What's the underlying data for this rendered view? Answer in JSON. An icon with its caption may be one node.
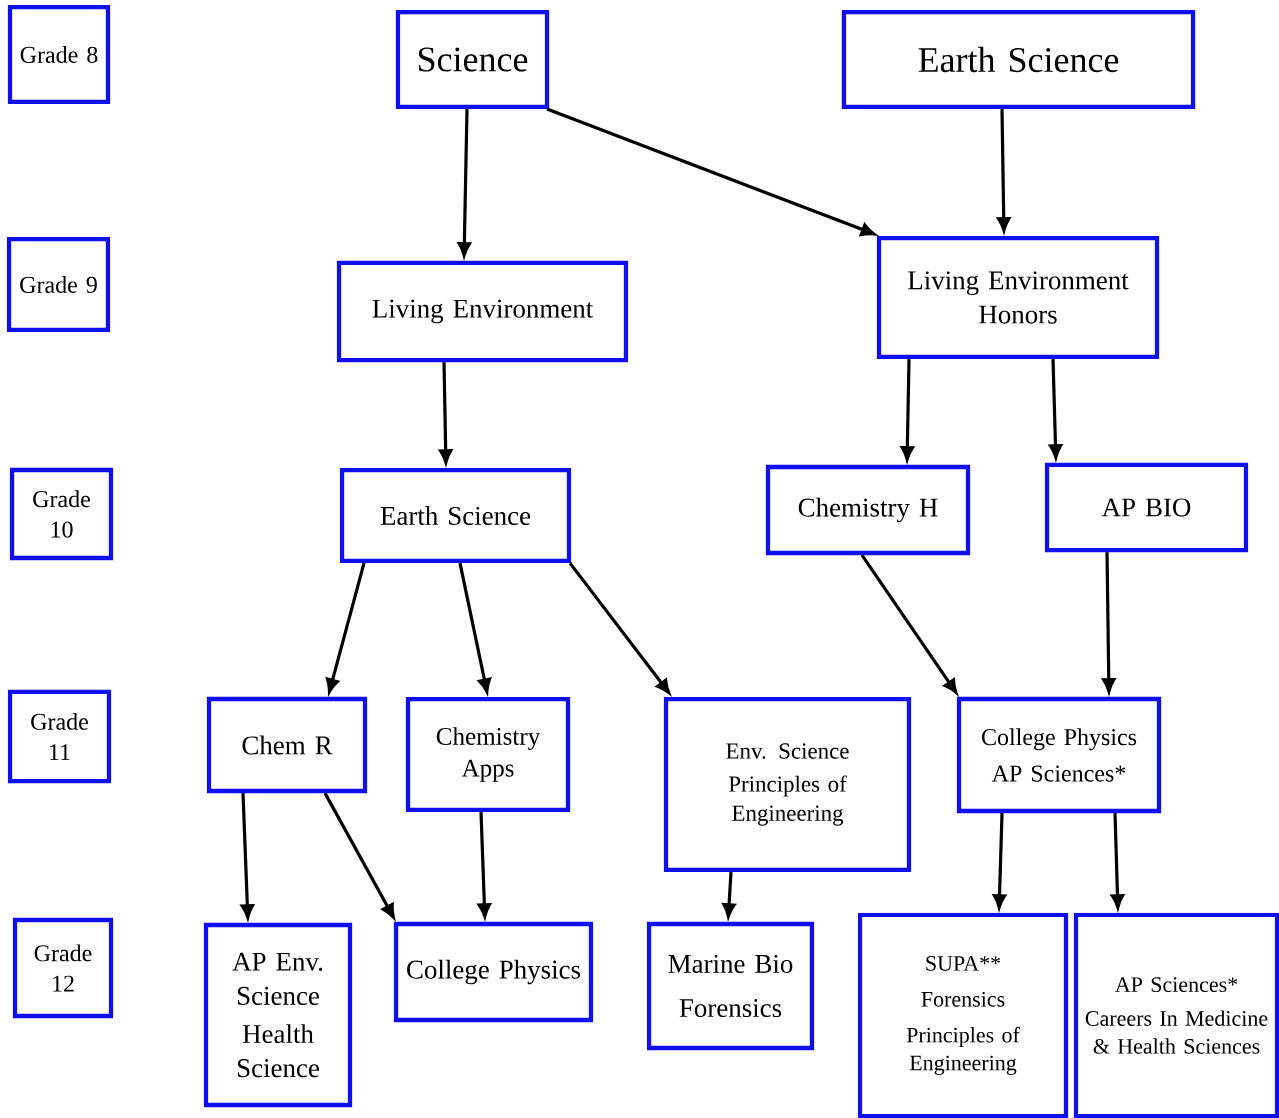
{
  "diagram": {
    "nodes": [
      {
        "text": [
          "Grade 8"
        ]
      },
      {
        "text": [
          "Science"
        ]
      },
      {
        "text": [
          "Earth Science"
        ]
      },
      {
        "text": [
          "Grade 9"
        ]
      },
      {
        "text": [
          "Living Environment"
        ]
      },
      {
        "text": [
          "Living Environment Honors"
        ]
      },
      {
        "text": [
          "Grade 10"
        ]
      },
      {
        "text": [
          "Earth Science"
        ]
      },
      {
        "text": [
          "Chemistry H"
        ]
      },
      {
        "text": [
          "AP BIO"
        ]
      },
      {
        "text": [
          "Grade 11"
        ]
      },
      {
        "text": [
          "Chem R"
        ]
      },
      {
        "text": [
          "Chemistry Apps"
        ]
      },
      {
        "text": [
          "Env. Science",
          "Principles of Engineering"
        ]
      },
      {
        "text": [
          "College Physics",
          "AP Sciences*"
        ]
      },
      {
        "text": [
          "Grade 12"
        ]
      },
      {
        "text": [
          "AP Env. Science",
          "Health Science"
        ]
      },
      {
        "text": [
          "College Physics"
        ]
      },
      {
        "text": [
          "Marine Bio",
          "Forensics"
        ]
      },
      {
        "text": [
          "SUPA**",
          "Forensics",
          "Principles of Engineering"
        ]
      },
      {
        "text": [
          "AP Sciences*",
          "Careers In Medicine & Health Sciences"
        ]
      }
    ],
    "edges": [
      {
        "from": 1,
        "to": 4,
        "arrow": "to"
      },
      {
        "from": 1,
        "to": 5,
        "arrow": "to"
      },
      {
        "from": 2,
        "to": 5,
        "arrow": "to"
      },
      {
        "from": 4,
        "to": 7,
        "arrow": "to"
      },
      {
        "from": 5,
        "to": 8,
        "arrow": "to"
      },
      {
        "from": 5,
        "to": 9,
        "arrow": "to"
      },
      {
        "from": 7,
        "to": 11,
        "arrow": "to"
      },
      {
        "from": 7,
        "to": 12,
        "arrow": "to"
      },
      {
        "from": 7,
        "to": 13,
        "arrow": "to"
      },
      {
        "from": 8,
        "to": 14,
        "arrow": "to"
      },
      {
        "from": 9,
        "to": 14,
        "arrow": "to"
      },
      {
        "from": 11,
        "to": 16,
        "arrow": "to"
      },
      {
        "from": 11,
        "to": 17,
        "arrow": "to"
      },
      {
        "from": 12,
        "to": 17,
        "arrow": "to"
      },
      {
        "from": 13,
        "to": 18,
        "arrow": "to"
      },
      {
        "from": 14,
        "to": 19,
        "arrow": "to"
      },
      {
        "from": 14,
        "to": 20,
        "arrow": "to"
      }
    ]
  }
}
